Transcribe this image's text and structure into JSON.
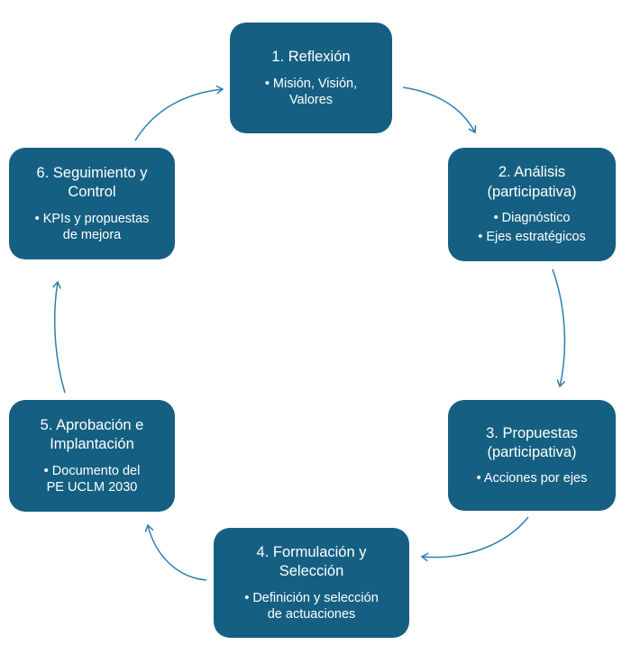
{
  "diagram": {
    "type": "cycle",
    "colors": {
      "box_fill": "#156082",
      "box_text": "#ffffff",
      "arrow": "#2e7fae",
      "background": "#ffffff"
    },
    "boxes": [
      {
        "step": "1",
        "title": "1. Reflexión",
        "bullets": [
          "• Misión, Visión,\nValores"
        ]
      },
      {
        "step": "2",
        "title": "2. Análisis\n(participativa)",
        "bullets": [
          "• Diagnóstico",
          "• Ejes estratégicos"
        ]
      },
      {
        "step": "3",
        "title": "3. Propuestas\n(participativa)",
        "bullets": [
          "• Acciones por ejes"
        ]
      },
      {
        "step": "4",
        "title": "4. Formulación y\nSelección",
        "bullets": [
          "• Definición y selección\nde actuaciones"
        ]
      },
      {
        "step": "5",
        "title": "5. Aprobación e\nImplantación",
        "bullets": [
          "• Documento del\nPE UCLM 2030"
        ]
      },
      {
        "step": "6",
        "title": "6. Seguimiento y\nControl",
        "bullets": [
          "• KPIs y propuestas\nde mejora"
        ]
      }
    ]
  }
}
